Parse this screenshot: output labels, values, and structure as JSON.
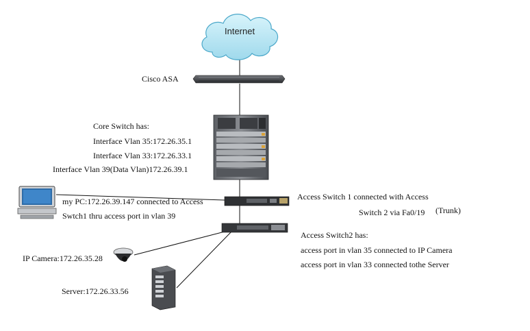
{
  "internet": {
    "label": "Internet"
  },
  "asa": {
    "label": "Cisco ASA"
  },
  "core_switch": {
    "title": "Core Switch has:",
    "lines": [
      "Interface Vlan 35:172.26.35.1",
      "Interface Vlan 33:172.26.33.1",
      "Interface Vlan 39(Data Vlan)172.26.39.1"
    ]
  },
  "pc": {
    "line1": "my PC:172.26.39.147 connected to Access",
    "line2": "Swtch1 thru access port in vlan 39"
  },
  "access_switch_1": {
    "line1": "Access Switch 1 connected with Access",
    "line2": "Switch 2 via Fa0/19",
    "trunk": "(Trunk)"
  },
  "access_switch_2": {
    "title": "Access Switch2 has:",
    "lines": [
      "access port in vlan 35 connected to IP Camera",
      "access port in vlan 33 connected tothe Server"
    ]
  },
  "ip_camera": {
    "label": "IP Camera:172.26.35.28"
  },
  "server": {
    "label": "Server:172.26.33.56"
  }
}
